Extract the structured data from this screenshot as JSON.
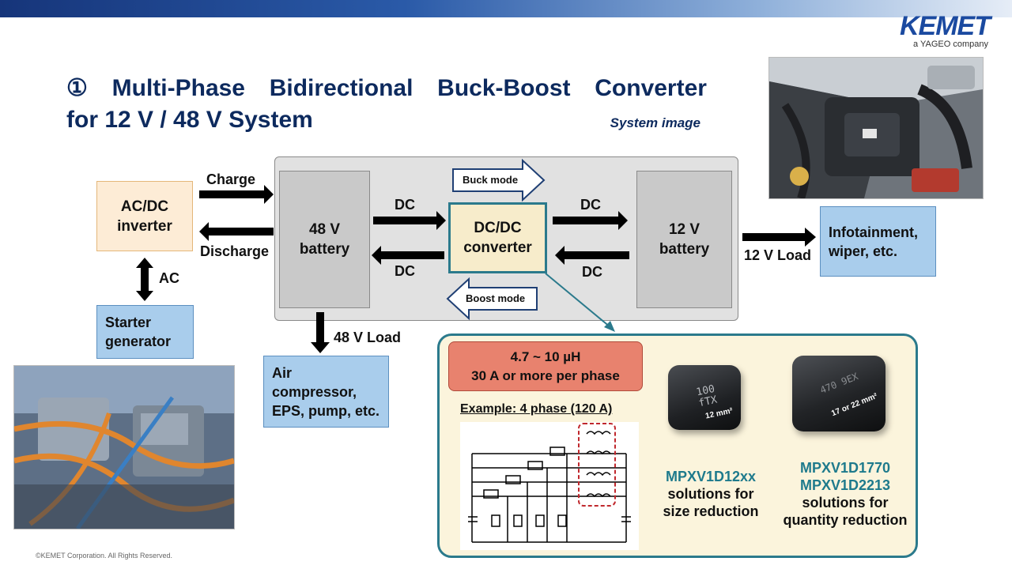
{
  "header": {
    "title_num": "①",
    "title_line1_words": [
      "Multi-Phase",
      "Bidirectional",
      "Buck-Boost",
      "Converter"
    ],
    "title_line2": "for 12 V / 48 V System",
    "system_image": "System image"
  },
  "logo": {
    "main": "KEMET",
    "sub": "a YAGEO company"
  },
  "diagram": {
    "acdc": "AC/DC inverter",
    "starter": "Starter generator",
    "ac": "AC",
    "charge": "Charge",
    "discharge": "Discharge",
    "battery48": "48 V battery",
    "dc_in_top": "DC",
    "dc_in_bottom": "DC",
    "converter": "DC/DC converter",
    "dc_out_top": "DC",
    "dc_out_bottom": "DC",
    "buck": "Buck mode",
    "boost": "Boost mode",
    "battery12": "12 V battery",
    "load12": "12 V Load",
    "infotainment": "Infotainment, wiper, etc.",
    "load48": "48 V Load",
    "aircomp": "Air compressor, EPS, pump, etc."
  },
  "callout": {
    "spec_line1": "4.7 ~ 10 µH",
    "spec_line2": "30 A or more per phase",
    "example": "Example: 4 phase (120 A)",
    "part1_marking_1": "100",
    "part1_marking_2": "fTX",
    "part1_size": "12 mm²",
    "part1_name": "MPXV1D12xx",
    "part1_desc_1": "solutions for",
    "part1_desc_2": "size reduction",
    "part2_marking": "470 9EX",
    "part2_size": "17 or 22 mm²",
    "part2_name_1": "MPXV1D1770",
    "part2_name_2": "MPXV1D2213",
    "part2_desc_1": "solutions for",
    "part2_desc_2": "quantity reduction"
  },
  "footer": {
    "copyright": "©KEMET Corporation. All Rights Reserved."
  },
  "colors": {
    "navy": "#0d2a5e",
    "blue_box": "#a9cdec",
    "acdc_fill": "#fdecd6",
    "converter_border": "#2b7a8c",
    "spec_fill": "#e8826e",
    "callout_fill": "#fbf4dc",
    "teal_text": "#1e7a8c"
  }
}
